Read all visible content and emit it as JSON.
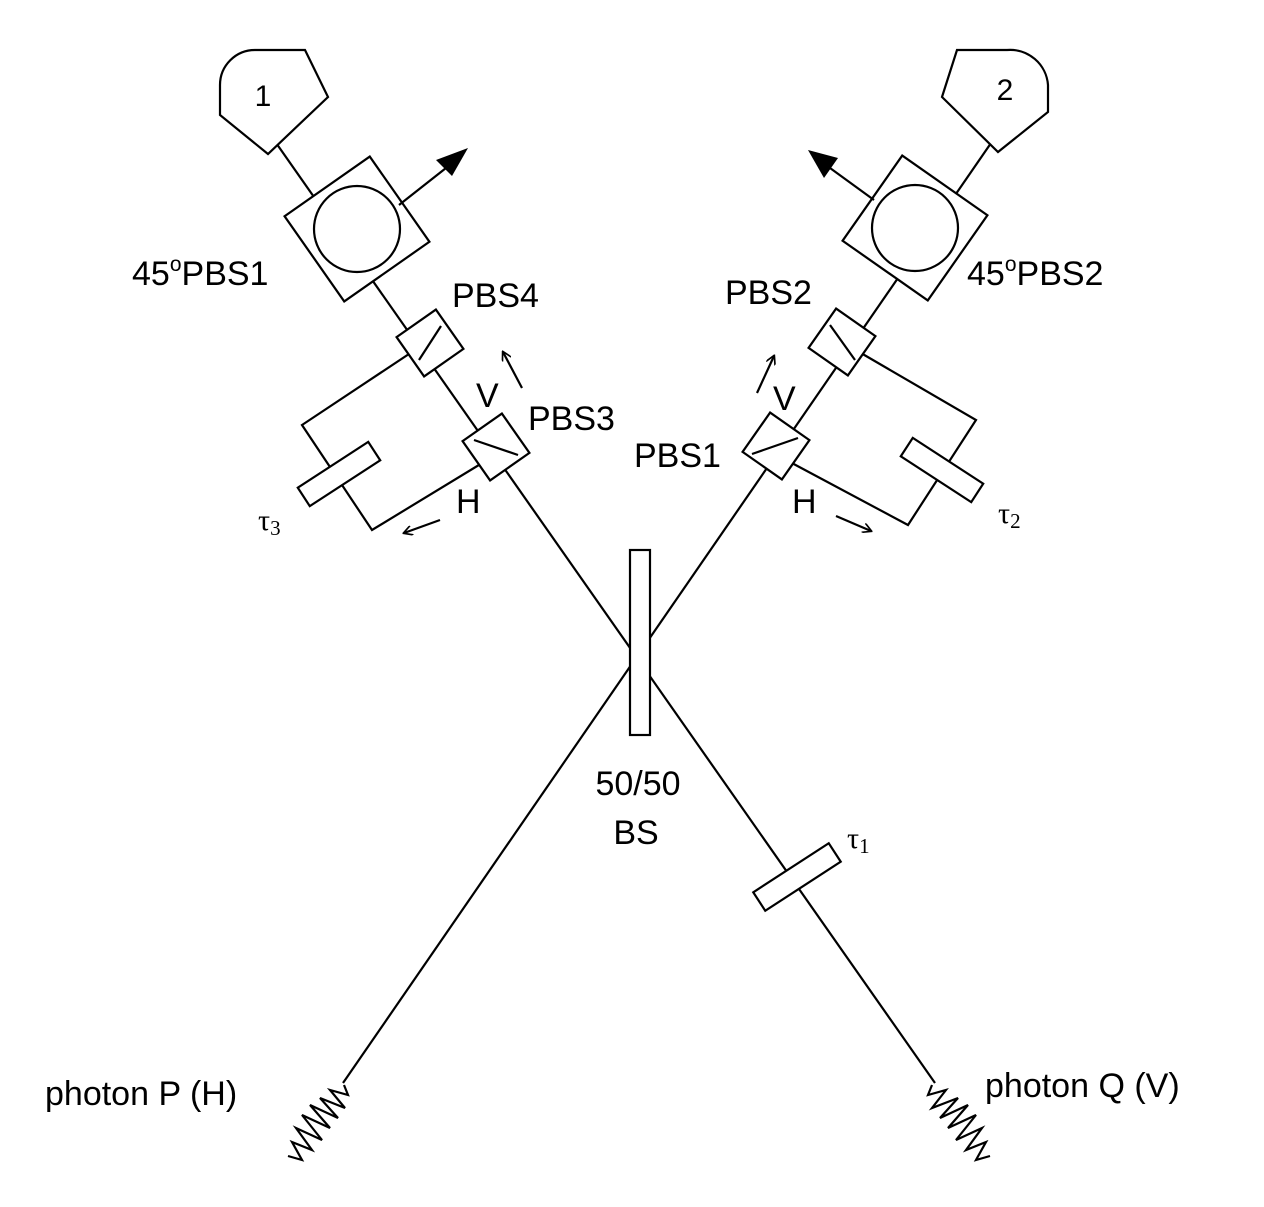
{
  "detectors": {
    "d1": "1",
    "d2": "2"
  },
  "labels": {
    "pbs45_left": "45",
    "pbs45_left_sup": "o",
    "pbs45_left_name": "PBS1",
    "pbs45_right": "45",
    "pbs45_right_sup": "o",
    "pbs45_right_name": "PBS2",
    "pbs4": "PBS4",
    "pbs3": "PBS3",
    "pbs2": "PBS2",
    "pbs1": "PBS1",
    "v_left": "V",
    "v_right": "V",
    "h_left": "H",
    "h_right": "H",
    "tau3": "τ",
    "tau3_sub": "3",
    "tau2": "τ",
    "tau2_sub": "2",
    "tau1": "τ",
    "tau1_sub": "1",
    "bs_line1": "50/50",
    "bs_line2": "BS",
    "photon_p": "photon P (H)",
    "photon_q": "photon Q (V)"
  },
  "colors": {
    "stroke": "#000000",
    "background": "#ffffff"
  }
}
